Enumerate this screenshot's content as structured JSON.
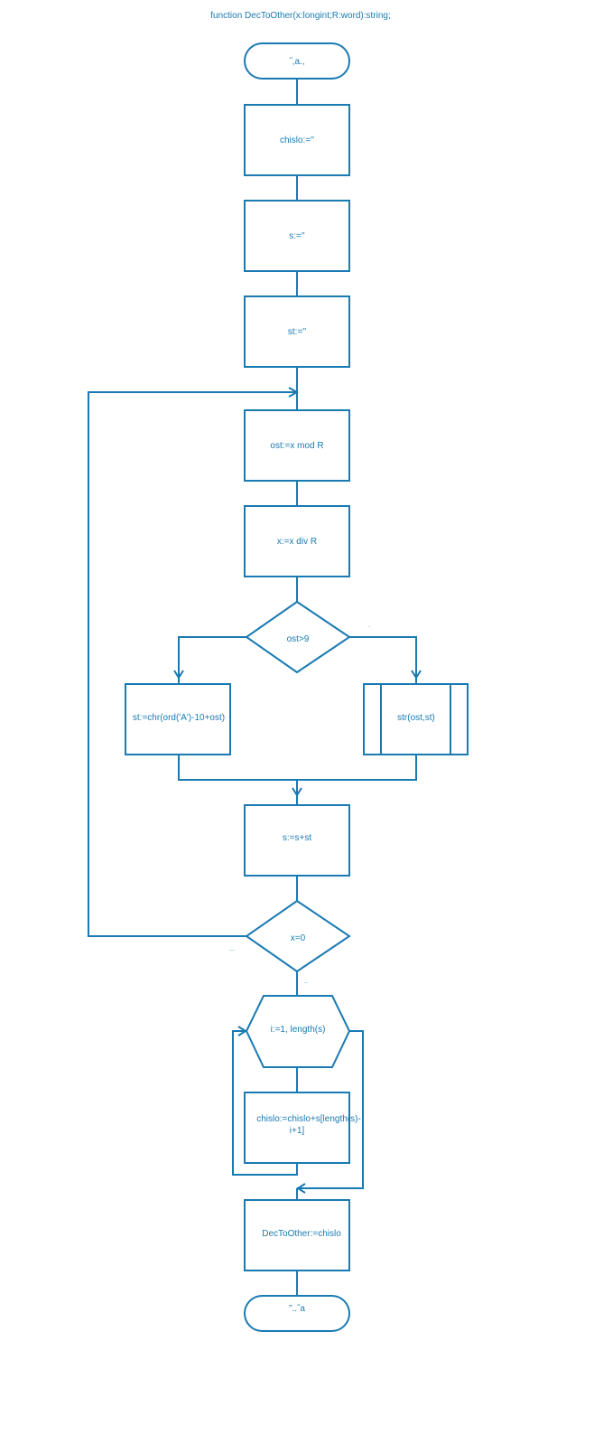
{
  "title": "function DecToOther(x:longint;R:word):string;",
  "colors": {
    "stroke": "#1a7ab2",
    "background": "#ffffff"
  },
  "nodes": {
    "start": "˝,a.,",
    "init_chislo": "chislo:=''",
    "init_s": "s:=''",
    "init_st": "st:=''",
    "ost": "ost:=x mod R",
    "xdiv": "x:=x div R",
    "cond_ost": "ost>9",
    "st_chr": "st:=chr(ord('A')-10+ost)",
    "str_call": "str(ost,st)",
    "s_append": "s:=s+st",
    "cond_x": "x=0",
    "loop": "i:=1, length(s)",
    "chislo_body_1": "chislo:=chislo+s[length(s)-",
    "chislo_body_2": "i+1]",
    "result": "DecToOther:=chislo",
    "end": "”..˝a"
  },
  "branch_marks": {
    "ost_true": ".",
    "x_false": "...",
    "x_true": ".."
  }
}
